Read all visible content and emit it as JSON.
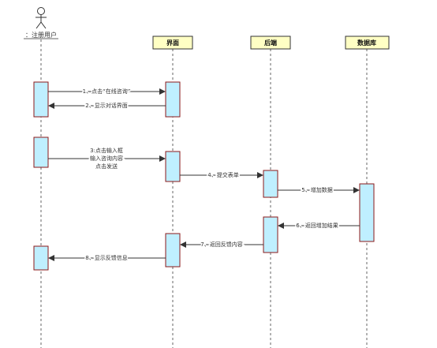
{
  "actor": {
    "label": "：注册用户"
  },
  "participants": {
    "ui": "界面",
    "backend": "后端",
    "db": "数据库"
  },
  "messages": {
    "m1": "1、点击“在线咨询”",
    "m2": "2、显示对话界面",
    "m3a": "3:点击输入框",
    "m3b": "输入咨询内容",
    "m3c": "点击发送",
    "m4": "4、提交表单",
    "m5": "5、增加数据",
    "m6": "6、返回增加结果",
    "m7": "7、返回反馈内容",
    "m8": "8、显示反馈信息"
  },
  "colors": {
    "header_fill": "#ffffc4",
    "header_stroke": "#333333",
    "activation_fill": "#bfefff",
    "activation_stroke": "#8b1a1a",
    "lifeline": "#666666",
    "arrow": "#333333"
  }
}
